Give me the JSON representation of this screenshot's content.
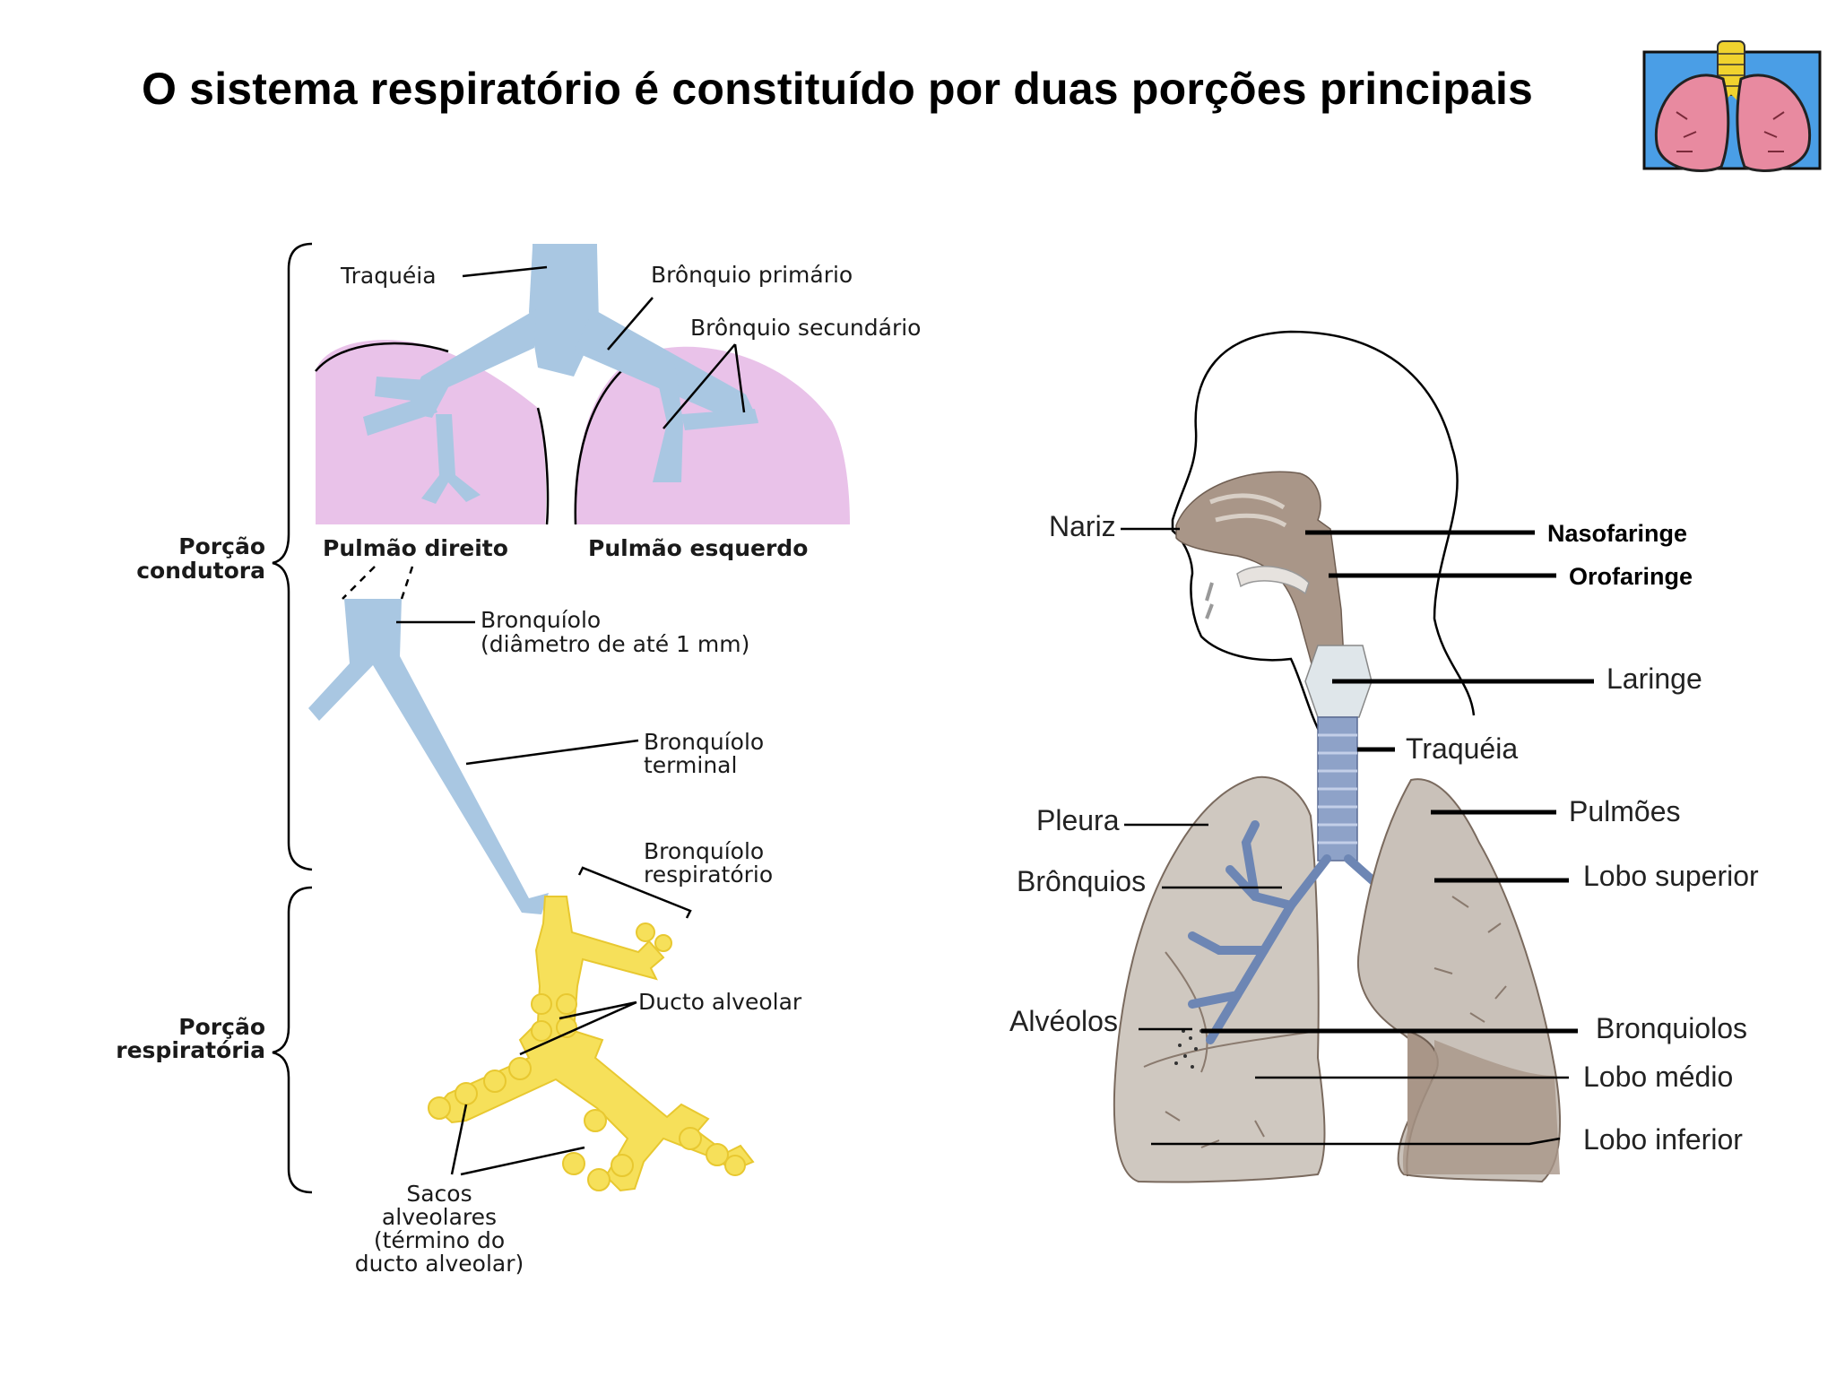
{
  "title": "O sistema respiratório é constituído por duas porções principais",
  "icon": "lungs-icon",
  "left_diagram": {
    "brace_top_label": [
      "Porção",
      "condutora"
    ],
    "brace_bottom_label": [
      "Porção",
      "respiratória"
    ],
    "traqueia": "Traquéia",
    "bronquio_primario": "Brônquio primário",
    "bronquio_secundario": "Brônquio secundário",
    "pulmao_direito": "Pulmão direito",
    "pulmao_esquerdo": "Pulmão esquerdo",
    "bronquiolo": [
      "Bronquíolo",
      "(diâmetro de até 1 mm)"
    ],
    "bronquiolo_terminal": [
      "Bronquíolo",
      "terminal"
    ],
    "bronquiolo_respiratorio": [
      "Bronquíolo",
      "respiratório"
    ],
    "ducto_alveolar": "Ducto alveolar",
    "sacos_alveolares": [
      "Sacos",
      "alveolares",
      "(término do",
      "ducto alveolar)"
    ]
  },
  "right_diagram": {
    "nariz": "Nariz",
    "nasofaringe": "Nasofaringe",
    "orofaringe": "Orofaringe",
    "laringe": "Laringe",
    "traqueia": "Traquéia",
    "pleura": "Pleura",
    "pulmoes": "Pulmões",
    "bronquios": "Brônquios",
    "lobo_superior": "Lobo superior",
    "alveolos": "Alvéolos",
    "bronquiolos": "Bronquiolos",
    "lobo_medio": "Lobo médio",
    "lobo_inferior": "Lobo inferior"
  },
  "colors": {
    "airway_blue": "#a9c7e2",
    "lung_pink": "#e9c2e9",
    "alveolar_yellow": "#f6e05a",
    "lung_gray": "#cfc8c0",
    "lung_brown": "#a99688",
    "trachea_blue": "#8ea2c8",
    "icon_bg": "#4a9ee6"
  }
}
